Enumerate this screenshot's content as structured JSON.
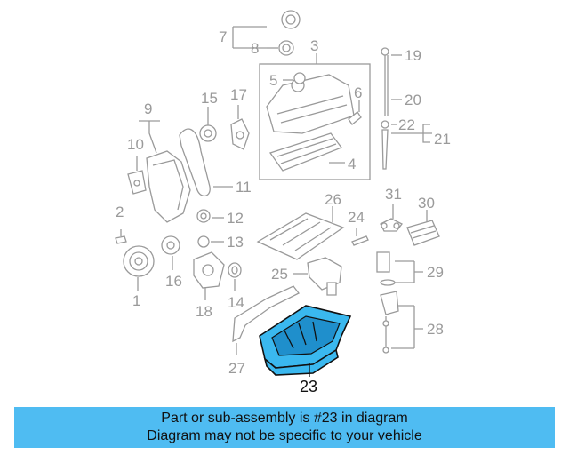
{
  "callouts": {
    "c1": "1",
    "c2": "2",
    "c3": "3",
    "c4": "4",
    "c5": "5",
    "c6": "6",
    "c7": "7",
    "c8": "8",
    "c9": "9",
    "c10": "10",
    "c11": "11",
    "c12": "12",
    "c13": "13",
    "c14": "14",
    "c15": "15",
    "c16": "16",
    "c17": "17",
    "c18": "18",
    "c19": "19",
    "c20": "20",
    "c21": "21",
    "c22": "22",
    "c23": "23",
    "c24": "24",
    "c25": "25",
    "c26": "26",
    "c27": "27",
    "c28": "28",
    "c29": "29",
    "c30": "30",
    "c31": "31"
  },
  "highlighted_part": "23",
  "colors": {
    "highlight": "#3ab8ef",
    "banner": "#4fbcf2",
    "line_art": "#9a9a9a"
  },
  "banner": {
    "line1": "Part or sub-assembly is #23 in diagram",
    "line2": "Diagram may not be specific to your vehicle"
  }
}
